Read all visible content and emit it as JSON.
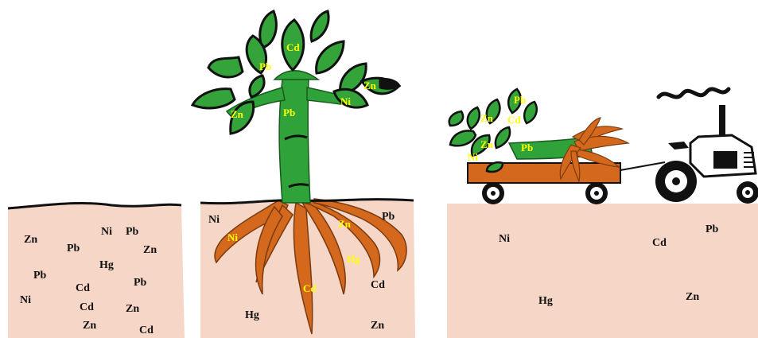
{
  "colors": {
    "soil": "#f6d6c6",
    "soil_line": "#111111",
    "leaf": "#33a33a",
    "stem": "#2fa33a",
    "root": "#d4691e",
    "root_edge": "#7a3a10",
    "label_dark": "#111111",
    "label_plant": "#ffff00",
    "trailer": "#d4691e"
  },
  "panel1_soil_metals": [
    "Zn",
    "Ni",
    "Pb",
    "Pb",
    "Zn",
    "Hg",
    "Pb",
    "Pb",
    "Cd",
    "Ni",
    "Cd",
    "Zn",
    "Zn",
    "Cd"
  ],
  "panel2_soil_metals": [
    "Ni",
    "Pb",
    "Hg",
    "Cd",
    "Zn"
  ],
  "panel2_plant_metals": [
    "Cd",
    "Pb",
    "Zn",
    "Pb",
    "Zn",
    "Ni",
    "Ni",
    "Zn",
    "Hg",
    "Cd"
  ],
  "panel3_soil_metals": [
    "Ni",
    "Cd",
    "Pb",
    "Hg",
    "Zn"
  ],
  "panel3_plant_metals": [
    "Zn",
    "Pb",
    "Cd",
    "Pb",
    "Zn",
    "Ni"
  ],
  "icons": [
    "tractor-icon",
    "trailer-icon",
    "smoke-icon"
  ]
}
